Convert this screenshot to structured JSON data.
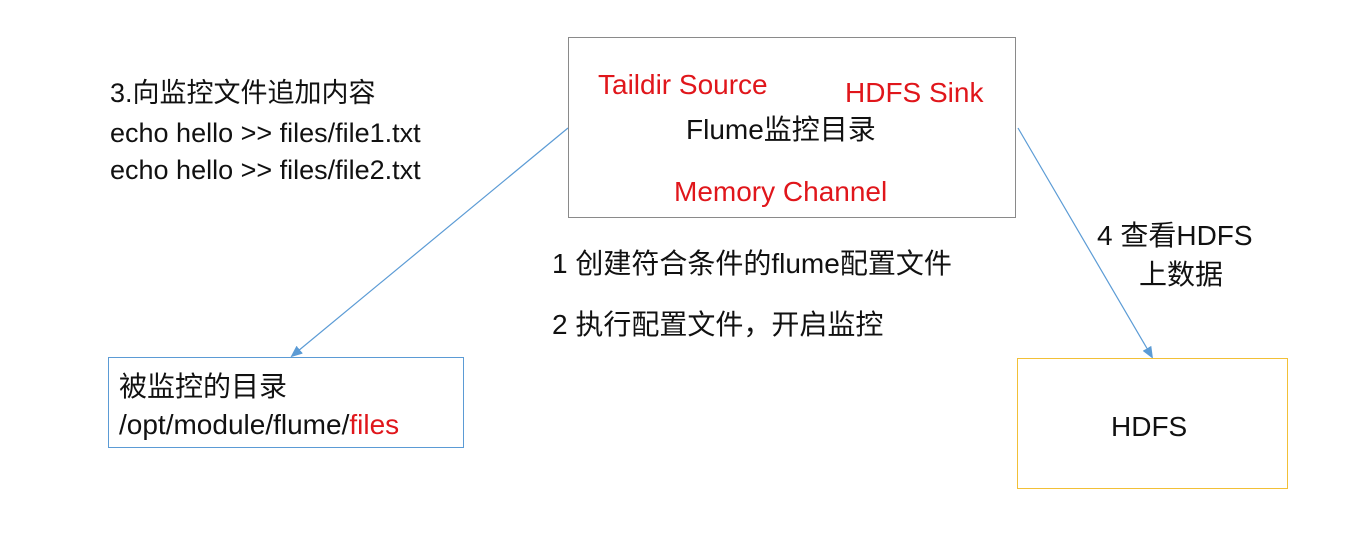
{
  "flume_box": {
    "source_label": "Taildir Source",
    "sink_label": "HDFS Sink",
    "title": "Flume监控目录",
    "channel_label": "Memory Channel"
  },
  "append_step": {
    "title": "3.向监控文件追加内容",
    "command_1": "echo hello >> files/file1.txt",
    "command_2": "echo hello >> files/file2.txt"
  },
  "middle_steps": {
    "step_1": "1 创建符合条件的flume配置文件",
    "step_2": "2 执行配置文件，开启监控"
  },
  "hdfs_step": {
    "line_1": "4 查看HDFS",
    "line_2": "上数据"
  },
  "watched_dir": {
    "title": "被监控的目录",
    "path_prefix": "/opt/module/flume/",
    "path_highlight": "files"
  },
  "hdfs_box": {
    "label": "HDFS"
  },
  "colors": {
    "highlight": "#e0161b",
    "arrow": "#5b9bd5",
    "flume_border": "#8a8a8a",
    "watched_border": "#5b9bd5",
    "hdfs_border": "#f2c037"
  }
}
